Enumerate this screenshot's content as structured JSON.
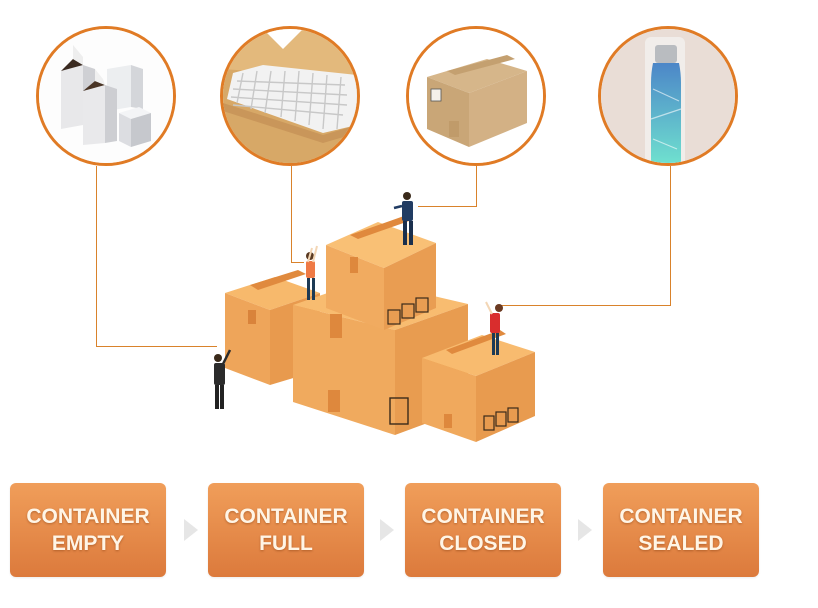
{
  "title": "Container packing process",
  "stages": [
    {
      "id": "empty",
      "line1": "CONTAINER",
      "line2": "EMPTY",
      "image": "white-empty-boxes-icon"
    },
    {
      "id": "full",
      "line1": "CONTAINER",
      "line2": "FULL",
      "image": "box-with-dividers-icon"
    },
    {
      "id": "closed",
      "line1": "CONTAINER",
      "line2": "CLOSED",
      "image": "closed-cardboard-box-icon"
    },
    {
      "id": "sealed",
      "line1": "CONTAINER",
      "line2": "SEALED",
      "image": "bottle-in-plastic-wrap-icon"
    }
  ],
  "colors": {
    "accent": "#e07b25",
    "step_top": "#f09e5a",
    "step_bottom": "#dc7a3c",
    "box": "#f0a95c",
    "arrow": "#e6e6e6"
  }
}
